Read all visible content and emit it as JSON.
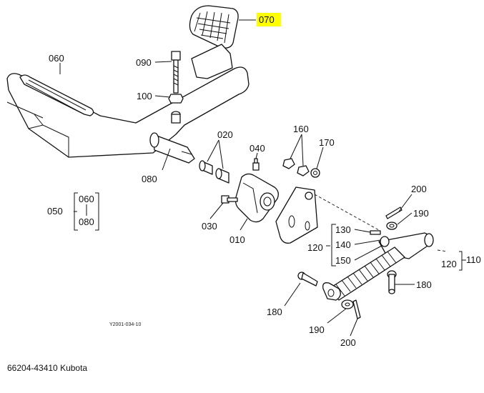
{
  "labels": {
    "p070": "070",
    "p060": "060",
    "p090": "090",
    "p100": "100",
    "p020": "020",
    "p080": "080",
    "p040": "040",
    "p160": "160",
    "p170": "170",
    "p060b": "060",
    "p050": "050",
    "p080b": "080",
    "p030": "030",
    "p010": "010",
    "p200a": "200",
    "p190a": "190",
    "p130": "130",
    "p140": "140",
    "p120a": "120",
    "p150": "150",
    "p120b": "120",
    "p110": "110",
    "p180a": "180",
    "p180b": "180",
    "p190b": "190",
    "p200b": "200"
  },
  "highlight_color": "#ffff00",
  "reference_code": "Y2001-034-10",
  "caption": "66204-43410 Kubota"
}
